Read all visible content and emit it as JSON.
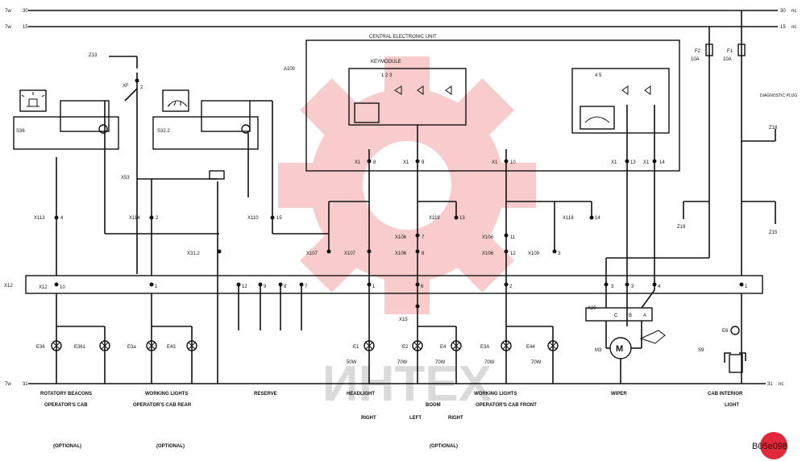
{
  "rails": {
    "top_left_1": "7w",
    "top_num_1": "30",
    "top_left_2": "7w",
    "top_num_2": "15",
    "top_right_1": "30",
    "top_right_1b": "nc",
    "top_right_2": "15",
    "top_right_2b": "nc",
    "bottom_left": "7w",
    "bottom_num": "31",
    "bottom_right": "31",
    "bottom_right_b": "nc"
  },
  "central_unit": {
    "title": "CENTRAL ELECTRONIC UNIT",
    "code": "A100"
  },
  "keymodule": {
    "title": "KEYMODULE",
    "nums": "1  2  3",
    "nums2": "4  5"
  },
  "fuses": {
    "f2": "F2",
    "f2_rating": "10A",
    "f1": "F1",
    "f1_rating": "10A"
  },
  "connectors": {
    "x12": "X12",
    "x12_pin": "10",
    "x12b": "X12",
    "x113": "X113",
    "x113_pin": "4",
    "x114": "X114",
    "x114_pin": "2",
    "x53": "X53",
    "x312": "X31.2",
    "x110": "X110",
    "x110_pin": "15",
    "x107a": "X107",
    "x107b": "X107",
    "x119": "X119",
    "x119_pin": "13",
    "x106a": "X106",
    "x106b": "X106",
    "x106c": "X106",
    "x106d": "X106",
    "x106_pin_a": "7",
    "x106_pin_b": "8",
    "x106_pin_c": "11",
    "x106_pin_d": "12",
    "x109": "X109",
    "x109_pin": "3",
    "x118": "X118",
    "x118_pin": "14",
    "x1a": "X1",
    "x1a_pin": "8",
    "x1b": "X1",
    "x1b_pin": "9",
    "x1c": "X1",
    "x1c_pin": "10",
    "x1d": "X1",
    "x1d_pin": "13",
    "x1e": "X1",
    "x1e_pin": "14",
    "x15": "X15",
    "x20": "X20",
    "xf": "XF",
    "xf_pin": "2",
    "z13": "Z13",
    "z18": "Z18",
    "z19": "Z19",
    "z15": "Z15",
    "mid_pins": [
      "12",
      "9",
      "8",
      "7"
    ],
    "row_pin_1": "1",
    "row_pin_6": "6",
    "row_pin_2": "2",
    "row_pin_3": "3",
    "row_pin_4": "4",
    "c": "C",
    "b": "B",
    "a": "A",
    "x20_pins": [
      "3",
      "3",
      "4"
    ]
  },
  "components": {
    "s36": "S36",
    "s32": "S32.2",
    "e36": "E36",
    "e36b": "E361",
    "e3a": "E3a",
    "e43": "E43",
    "e1": "E1",
    "e2": "E2",
    "e4": "E4",
    "e3a2": "E3A",
    "e44": "E44",
    "m3": "M3",
    "s9": "S9",
    "e6": "E6",
    "w1": "50W",
    "w2": "70W",
    "w3": "70W",
    "w4": "70W",
    "w5": "70W",
    "diag": "DIAGNOSTIC\nPLUG"
  },
  "labels": {
    "rotary": "ROTATORY BEACONS",
    "rotary2": "OPERATOR'S CAB",
    "work_rear": "WORKING LIGHTS",
    "work_rear2": "OPERATOR'S CAB REAR",
    "reserve": "RESERVE",
    "headlight": "HEADLIGHT",
    "right": "RIGHT",
    "boom": "BOOM",
    "left": "LEFT",
    "right2": "RIGHT",
    "work_front": "WORKING LIGHTS",
    "work_front2": "OPERATOR'S CAB FRONT",
    "wiper": "WIPER",
    "cab_int": "CAB INTERIOR",
    "cab_int2": "LIGHT",
    "opt1": "(OPTIONAL)",
    "opt2": "(OPTIONAL)",
    "opt3": "(OPTIONAL)",
    "ref": "B05e098"
  },
  "watermark": {
    "text": "ИНТЕХ",
    "color": "#e8484d"
  }
}
